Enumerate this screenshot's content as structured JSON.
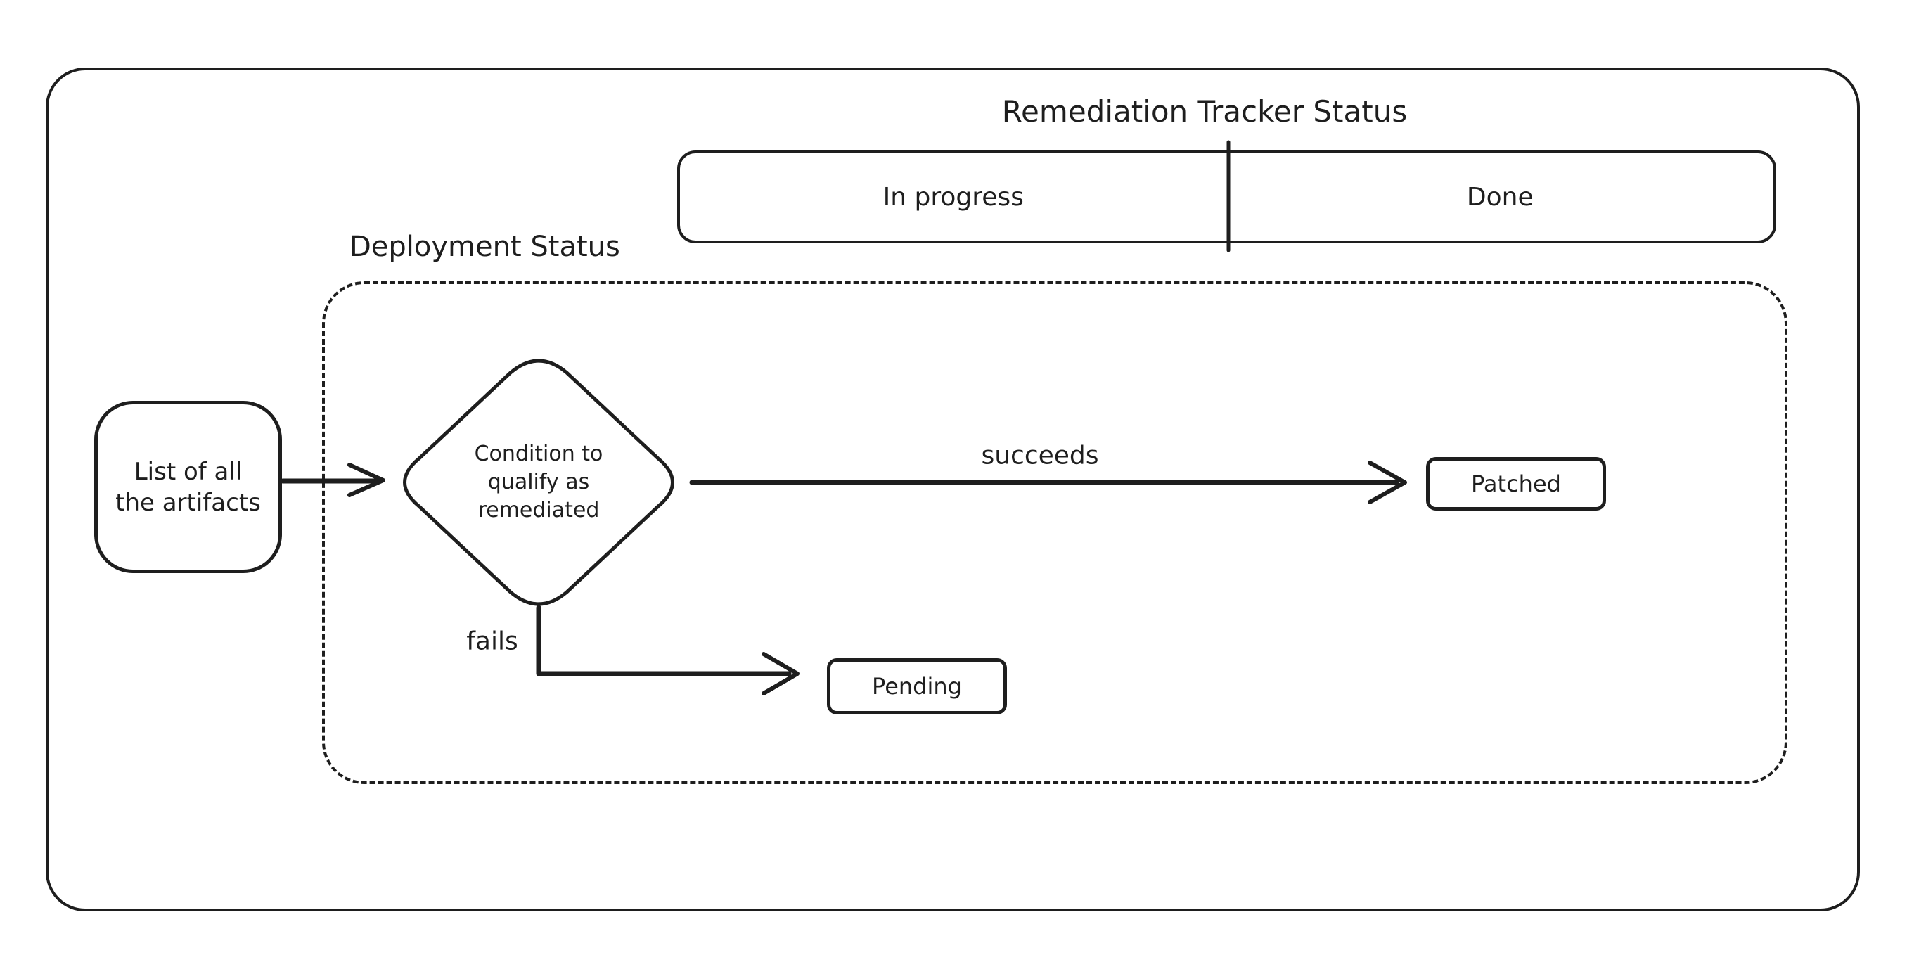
{
  "colors": {
    "stroke": "#1e1e1e",
    "background": "#ffffff"
  },
  "title": "Remediation Tracker Status",
  "tracker": {
    "in_progress": "In progress",
    "done": "Done"
  },
  "deployment": {
    "label": "Deployment Status"
  },
  "nodes": {
    "artifacts": "List of all\nthe artifacts",
    "condition": "Condition to\nqualify as\nremediated",
    "patched": "Patched",
    "pending": "Pending"
  },
  "edges": {
    "succeeds": "succeeds",
    "fails": "fails"
  }
}
